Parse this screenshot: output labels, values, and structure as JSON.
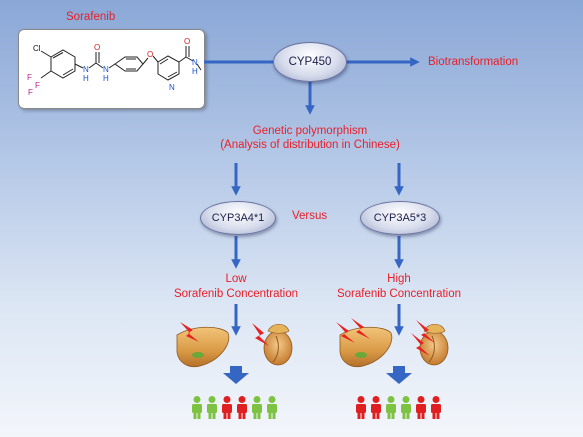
{
  "drug_name": "Sorafenib",
  "molecule": {
    "atoms": [
      "Cl",
      "F",
      "F",
      "F",
      "N",
      "N",
      "O",
      "H",
      "H",
      "O",
      "O",
      "N",
      "N",
      "H"
    ]
  },
  "enzyme": "CYP450",
  "biotransformation": "Biotransformation",
  "genetic": {
    "line1": "Genetic polymorphism",
    "line2": "(Analysis of distribution in Chinese)"
  },
  "left": {
    "genotype": "CYP3A4*1",
    "level": "Low",
    "concentration": "Sorafenib Concentration"
  },
  "versus": "Versus",
  "right": {
    "genotype": "CYP3A5*3",
    "level": "High",
    "concentration": "Sorafenib Concentration"
  },
  "people_groups": {
    "left": [
      "green",
      "green",
      "red",
      "red",
      "green",
      "green"
    ],
    "right": [
      "red",
      "red",
      "green",
      "green",
      "red",
      "red"
    ]
  },
  "colors": {
    "arrow": "#3566c3",
    "text_red": "#e8202a",
    "person_green": "#7ec242",
    "person_red": "#e02020",
    "liver": "#d8a04e",
    "bolt": "#e82020"
  }
}
